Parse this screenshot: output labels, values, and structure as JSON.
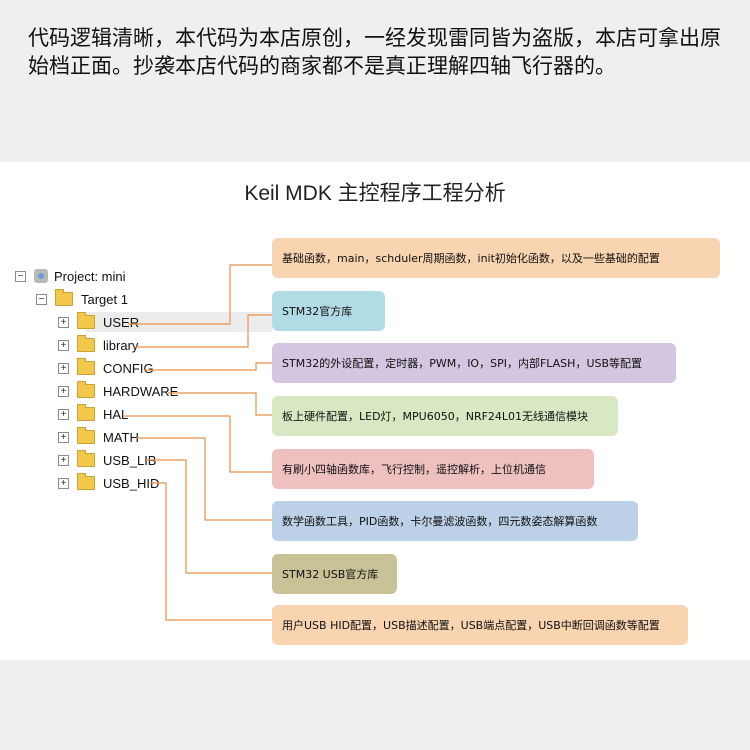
{
  "notice": "代码逻辑清晰，本代码为本店原创，一经发现雷同皆为盗版，本店可拿出原始档正面。抄袭本店代码的商家都不是真正理解四轴飞行器的。",
  "title": "Keil MDK 主控程序工程分析",
  "tree": {
    "project": "Project: mini",
    "target": "Target 1",
    "folders": [
      "USER",
      "library",
      "CONFIG",
      "HARDWARE",
      "HAL",
      "MATH",
      "USB_LIB",
      "USB_HID"
    ]
  },
  "boxes": [
    {
      "text": "基础函数，main，schduler周期函数，init初始化函数，以及一些基础的配置",
      "color": "#f8d4b0"
    },
    {
      "text": "STM32官方库",
      "color": "#b2dce5"
    },
    {
      "text": "STM32的外设配置，定时器，PWM，IO，SPI，内部FLASH，USB等配置",
      "color": "#d4c6e0"
    },
    {
      "text": "板上硬件配置，LED灯，MPU6050，NRF24L01无线通信模块",
      "color": "#d8e8c2"
    },
    {
      "text": "有刷小四轴函数库，飞行控制，遥控解析，上位机通信",
      "color": "#eec0c0"
    },
    {
      "text": "数学函数工具，PID函数，卡尔曼滤波函数，四元数姿态解算函数",
      "color": "#bcd0e8"
    },
    {
      "text": "STM32  USB官方库",
      "color": "#c9c296"
    },
    {
      "text": "用户USB HID配置，USB描述配置，USB端点配置，USB中断回调函数等配置",
      "color": "#f8d4b0"
    }
  ],
  "line_color": "#e8914a"
}
